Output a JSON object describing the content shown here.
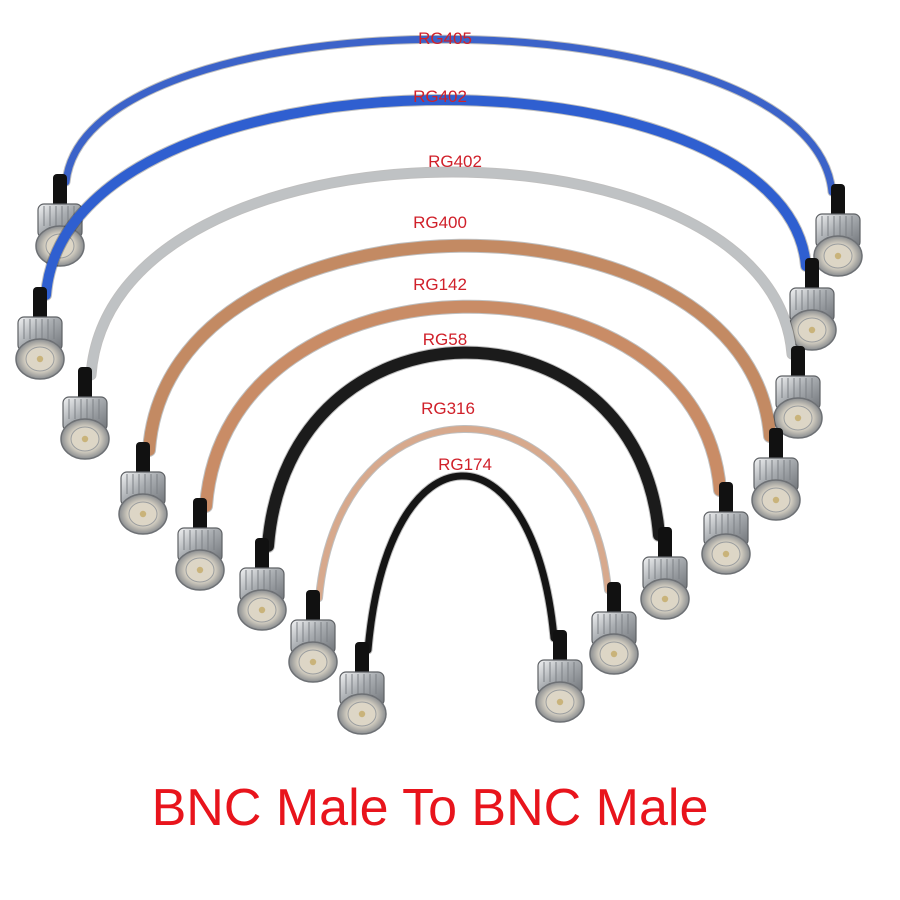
{
  "caption": "BNC Male To BNC Male",
  "cables": [
    {
      "label": "RG405",
      "color": "#3c63c9",
      "connector_color": "#b9bcbf"
    },
    {
      "label": "RG402",
      "color": "#2f5fd0",
      "connector_color": "#b9bcbf"
    },
    {
      "label": "RG402",
      "color": "#bfc2c4",
      "connector_color": "#b9bcbf"
    },
    {
      "label": "RG400",
      "color": "#c38a63",
      "connector_color": "#b9bcbf"
    },
    {
      "label": "RG142",
      "color": "#c98c66",
      "connector_color": "#b9bcbf"
    },
    {
      "label": "RG58",
      "color": "#1b1b1b",
      "connector_color": "#b9bcbf"
    },
    {
      "label": "RG316",
      "color": "#d7a98d",
      "connector_color": "#b9bcbf"
    },
    {
      "label": "RG174",
      "color": "#151515",
      "connector_color": "#b9bcbf"
    }
  ]
}
